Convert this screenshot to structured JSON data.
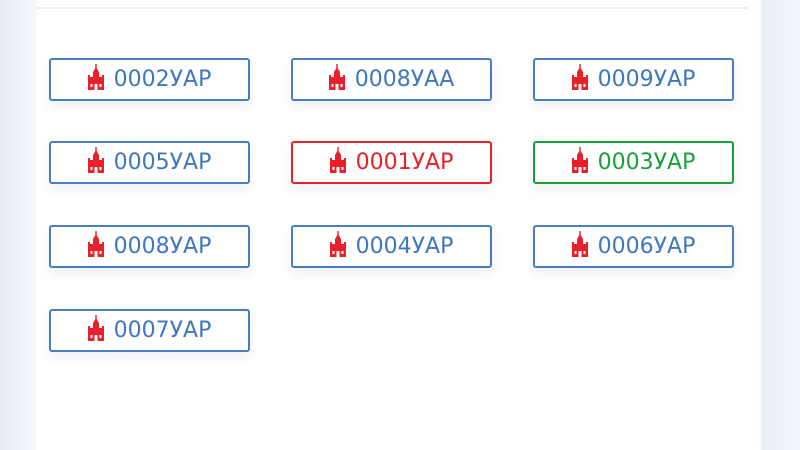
{
  "plates": [
    {
      "label": "0002УАР",
      "status": "default"
    },
    {
      "label": "0008УАА",
      "status": "default"
    },
    {
      "label": "0009УАР",
      "status": "default"
    },
    {
      "label": "0005УАР",
      "status": "default"
    },
    {
      "label": "0001УАР",
      "status": "red"
    },
    {
      "label": "0003УАР",
      "status": "green"
    },
    {
      "label": "0008УАР",
      "status": "default"
    },
    {
      "label": "0004УАР",
      "status": "default"
    },
    {
      "label": "0006УАР",
      "status": "default"
    },
    {
      "label": "0007УАР",
      "status": "default"
    }
  ],
  "colors": {
    "default": "#4a7ec2",
    "red": "#e8202a",
    "green": "#19a03a",
    "icon": "#e8202a"
  }
}
